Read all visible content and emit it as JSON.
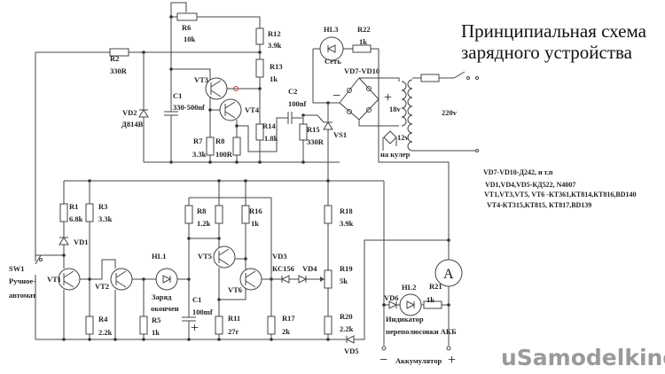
{
  "title": {
    "line1": "Принципиальная схема",
    "line2": "зарядного устройства"
  },
  "notes": [
    "VD7-VD10-Д242, и т.п",
    "VD1,VD4,VD5-КД522, N4007",
    "VT1,VT3,VT5, VT6 -КТ361,КТ814,КТ816,BD140",
    "VT4-КТ315,КТ815, КТ817,BD139"
  ],
  "watermark": "uSamodelkino.ru",
  "labels": {
    "R6": "R6",
    "R6v": "10k",
    "R12": "R12",
    "R12v": "3.9k",
    "R13": "R13",
    "R13v": "1k",
    "R2": "R2",
    "R2v": "330R",
    "VD2": "VD2",
    "VD2v": "Д814В",
    "C1top": "C1",
    "C1topv": "330-500nf",
    "VT3": "VT3",
    "VT4": "VT4",
    "R7": "R7",
    "R7v": "3.3k",
    "R8top": "R8",
    "R8topv": "100R",
    "C2": "C2",
    "C2v": "100nf",
    "R14": "R14",
    "R14v": "1.8k",
    "R15": "R15",
    "R15v": "330R",
    "VS1": "VS1",
    "HL3": "HL3",
    "HL3v": "Сеть",
    "R22": "R22",
    "R22v": "1k",
    "VD7": "VD7-VD10",
    "minus": "−",
    "plus": "+",
    "v18": "18v",
    "v220": "220v",
    "cooler": "на кулер",
    "v12": "12v",
    "R1": "R1",
    "R1v": "6.8k",
    "R3": "R3",
    "R3v": "3.3k",
    "VD1": "VD1",
    "SW1": "SW1",
    "SW1a": "Ручное-",
    "SW1b": "автомат",
    "VT1": "VT1",
    "VT2": "VT2",
    "HL1": "HL1",
    "HL1a": "Заряд",
    "HL1b": "окончен",
    "R4": "R4",
    "R4v": "2.2k",
    "R5": "R5",
    "R5v": "1k",
    "C1": "C1",
    "C1v": "100mf",
    "C1plus": "+",
    "R8": "R8",
    "R8v": "1.2k",
    "VT5": "VT5",
    "VT6": "VT6",
    "R16": "R16",
    "R16v": "1k",
    "R11": "R11",
    "R11v": "27r",
    "R17": "R17",
    "R17v": "2k",
    "VD3": "VD3",
    "VD3v": "КС156",
    "VD4": "VD4",
    "R18": "R18",
    "R18v": "3.9k",
    "R19": "R19",
    "R19v": "5k",
    "R20": "R20",
    "R20v": "2.2k",
    "VD5": "VD5",
    "A": "A",
    "VD6": "VD6",
    "HL2": "HL2",
    "R21": "R21",
    "R21v": "1k",
    "ind1": "Индикатор",
    "ind2": "переполюсовки АКБ",
    "battery": "Аккумулятор",
    "bminus": "−",
    "bplus": "+"
  }
}
